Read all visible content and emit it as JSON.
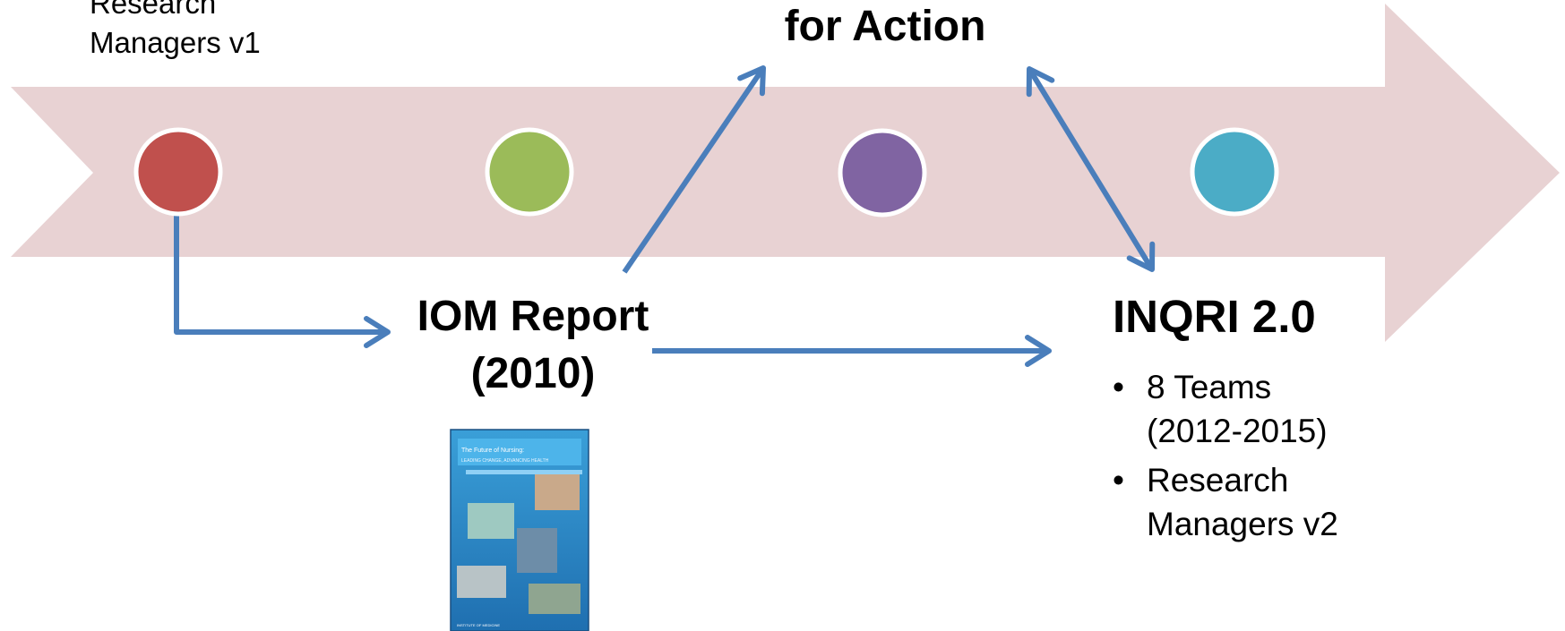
{
  "colors": {
    "timeline_arrow": "#e8d2d3",
    "connector": "#4a7ebb",
    "node_ring": "#ffffff",
    "nodes": [
      "#c0504d",
      "#9bbb59",
      "#8064a2",
      "#4bacc6"
    ],
    "text": "#000000"
  },
  "top_left": {
    "line1": "Research",
    "line2": "Managers v1"
  },
  "top_center": {
    "title": "for Action"
  },
  "iom": {
    "title_line1": "IOM Report",
    "title_line2": "(2010)"
  },
  "book_cover": {
    "line1": "The Future of Nursing:",
    "line2": "LEADING CHANGE, ADVANCING HEALTH",
    "line3": "INSTITUTE OF MEDICINE"
  },
  "inqri": {
    "title": "INQRI 2.0",
    "bullet_symbol": "•",
    "bullets": [
      "8 Teams\n(2012-2015)",
      "Research\nManagers v2"
    ]
  }
}
